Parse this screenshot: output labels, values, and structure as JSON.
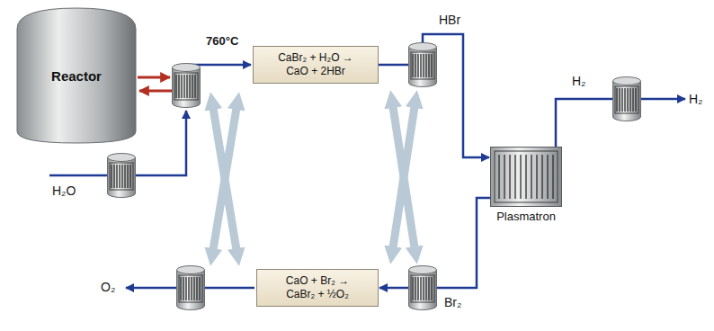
{
  "diagram": {
    "nodes": [
      {
        "text": [
          "Reactor"
        ]
      },
      {
        "text": [
          "CaBr₂ + H₂O → CaO + 2HBr"
        ]
      },
      {
        "text": [
          "Plasmatron"
        ]
      },
      {
        "text": [
          "CaO + Br₂ → CaBr₂ + ½O₂"
        ]
      }
    ],
    "edges": [
      {
        "from": 1,
        "to": 2,
        "arrow": "to",
        "label": "HBr"
      },
      {
        "from": 2,
        "to": 3,
        "arrow": "to",
        "label": "Br₂"
      }
    ],
    "labels": [
      "760°C",
      "H₂",
      "H₂",
      "H₂O",
      "O₂"
    ]
  }
}
